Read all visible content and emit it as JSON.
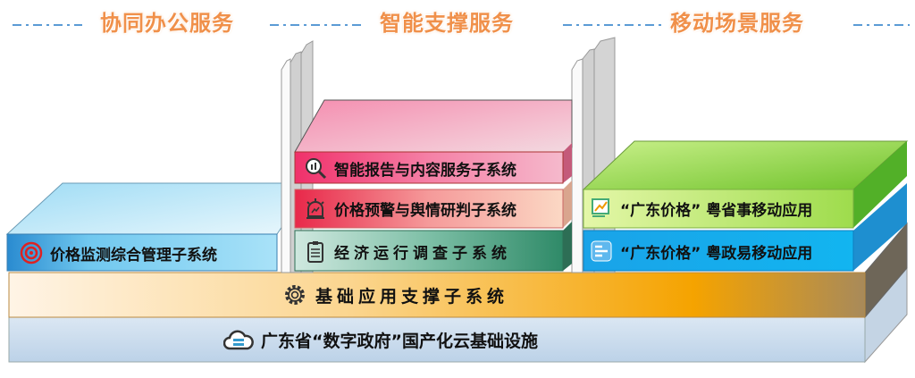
{
  "headers": [
    "协同办公服务",
    "智能支撑服务",
    "移动场景服务"
  ],
  "layers": {
    "price_monitor": "价格监测综合管理子系统",
    "smart_report": "智能报告与内容服务子系统",
    "price_warning": "价格预警与舆情研判子系统",
    "economic_survey": "经济运行调查子系统",
    "yue_sheng_shi": "“广东价格” 粤省事移动应用",
    "yue_zheng_yi": "“广东价格” 粤政易移动应用",
    "basic_support": "基础应用支撑子系统",
    "cloud_infra": "广东省“数字政府”国产化云基础设施"
  },
  "colors": {
    "header": "#f0904a",
    "dash": "#5b9bd5"
  }
}
